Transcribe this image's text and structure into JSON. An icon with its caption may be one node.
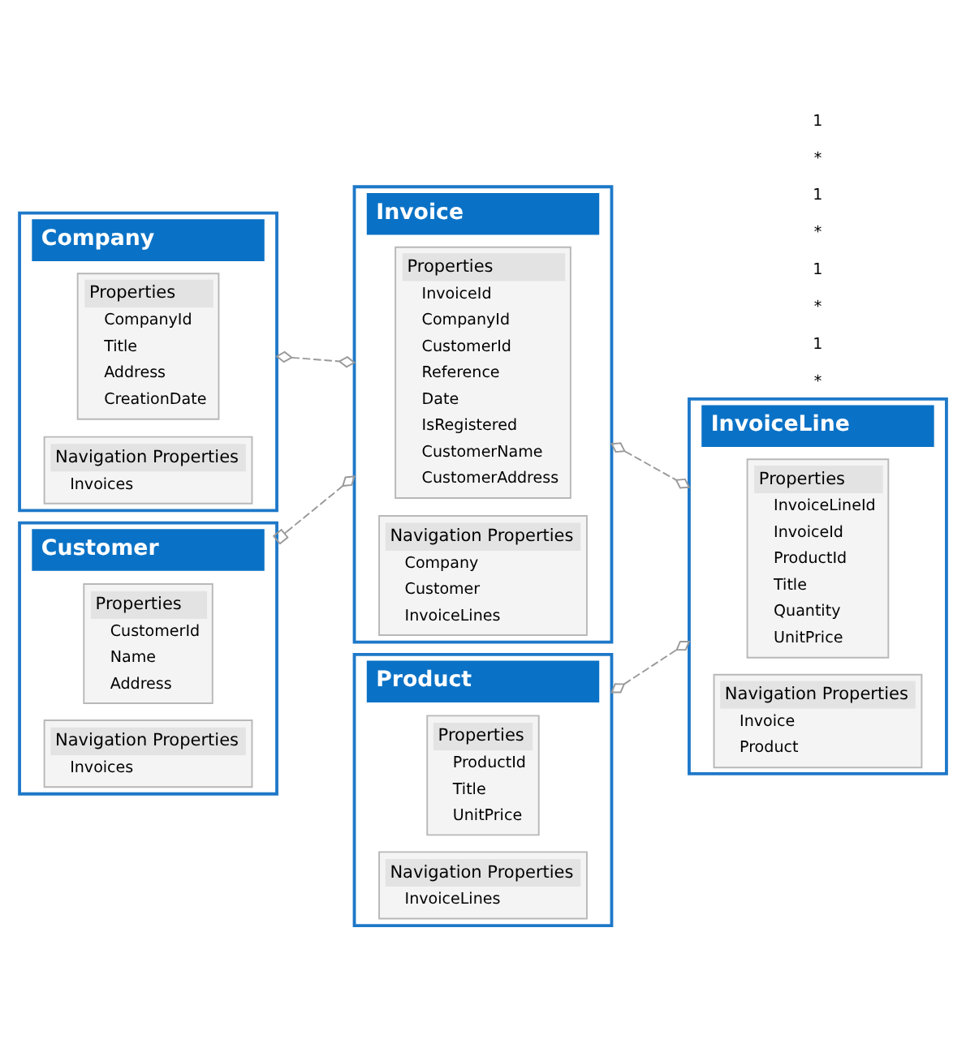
{
  "diagram": {
    "nodes": [
      {
        "text": [
          "Company"
        ]
      },
      {
        "text": [
          "Properties",
          "CompanyId",
          "Title",
          "Address",
          "CreationDate"
        ],
        "in": 0
      },
      {
        "text": [
          "Navigation Properties",
          "Invoices"
        ],
        "in": 0
      },
      {
        "text": [
          "Invoice"
        ]
      },
      {
        "text": [
          "Properties",
          "InvoiceId",
          "CompanyId",
          "CustomerId",
          "Reference",
          "Date",
          "IsRegistered",
          "CustomerName",
          "CustomerAddress"
        ],
        "in": 3
      },
      {
        "text": [
          "Navigation Properties",
          "Company",
          "Customer",
          "InvoiceLines"
        ],
        "in": 3
      },
      {
        "text": [
          "InvoiceLine"
        ]
      },
      {
        "text": [
          "Properties",
          "InvoiceLineId",
          "InvoiceId",
          "ProductId",
          "Title",
          "Quantity",
          "UnitPrice"
        ],
        "in": 6
      },
      {
        "text": [
          "Navigation Properties",
          "Invoice",
          "Product"
        ],
        "in": 6
      },
      {
        "text": [
          "Customer"
        ]
      },
      {
        "text": [
          "Properties",
          "CustomerId",
          "Name",
          "Address"
        ],
        "in": 9
      },
      {
        "text": [
          "Navigation Properties",
          "Invoices"
        ],
        "in": 9
      },
      {
        "text": [
          "Product"
        ]
      },
      {
        "text": [
          "Properties",
          "ProductId",
          "Title",
          "UnitPrice"
        ],
        "in": 12
      },
      {
        "text": [
          "Navigation Properties",
          "InvoiceLines"
        ],
        "in": 12
      }
    ],
    "edges": [
      {
        "from": 0,
        "to": 3,
        "arrow": "other",
        "style": "dashed"
      },
      {
        "from": 9,
        "to": 3,
        "arrow": "other",
        "style": "dashed"
      },
      {
        "from": 3,
        "to": 6,
        "arrow": "other",
        "style": "dashed"
      },
      {
        "from": 12,
        "to": 6,
        "arrow": "other",
        "style": "dashed"
      }
    ],
    "labels": [
      "*",
      "1",
      "*",
      "1",
      "*",
      "1",
      "*",
      "1"
    ]
  }
}
